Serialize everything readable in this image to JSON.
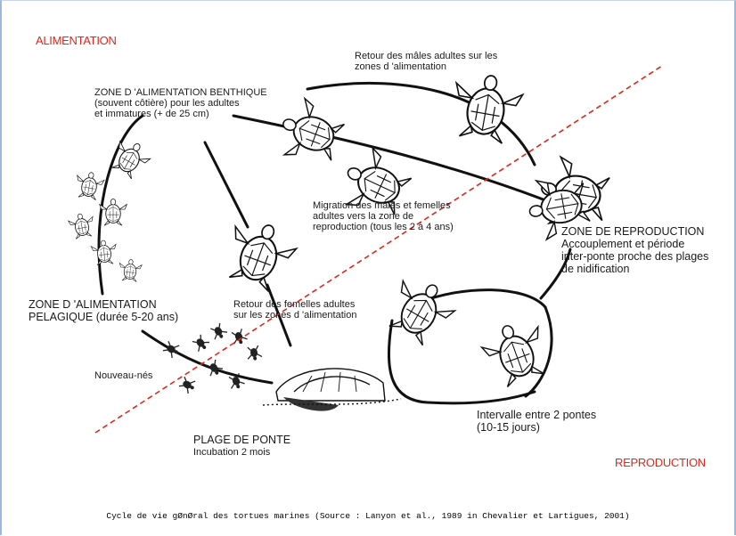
{
  "labels": {
    "alimentation": "ALIMENTATION",
    "reproduction": "REPRODUCTION",
    "retour_males": [
      "Retour des mâles adultes sur les",
      "zones d 'alimentation"
    ],
    "zone_benthique": [
      "ZONE D 'ALIMENTATION  BENTHIQUE",
      "(souvent côtière) pour les adultes",
      "et immatures (+ de 25 cm)"
    ],
    "migration": [
      "Migration des      mâles et femelles",
      "adultes vers       la zone de",
      "reproduction (tous les 2 à 4 ans)"
    ],
    "zone_reproduction": [
      "ZONE DE REPRODUCTION",
      "Accouplement et période",
      "inter-ponte proche des plages",
      "de nidification"
    ],
    "zone_pelagique": [
      "ZONE D 'ALIMENTATION",
      "PELAGIQUE (durée 5-20 ans)"
    ],
    "retour_femelles": [
      "Retour des femelles adultes",
      "sur les zones d 'alimentation"
    ],
    "nouveau_nes": "Nouveau-nés",
    "plage_ponte": [
      "PLAGE DE PONTE",
      "Incubation 2 mois"
    ],
    "intervalle": [
      "Intervalle entre 2 pontes",
      "(10-15 jours)"
    ]
  },
  "caption": "Cycle de vie gØnØral des tortues marines (Source : Lanyon et al., 1989 in Chevalier et Lartigues, 2001)",
  "colors": {
    "accent": "#e0261b",
    "frame": "#9fb6e0"
  }
}
